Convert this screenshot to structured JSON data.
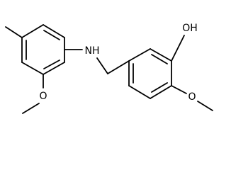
{
  "molecule": {
    "atom_labels": {
      "amine": "NH",
      "hydroxyl": "OH",
      "methoxy_left": "O",
      "methoxy_right": "O"
    }
  },
  "colors": {
    "bond": "#000000",
    "background": "#ffffff"
  }
}
